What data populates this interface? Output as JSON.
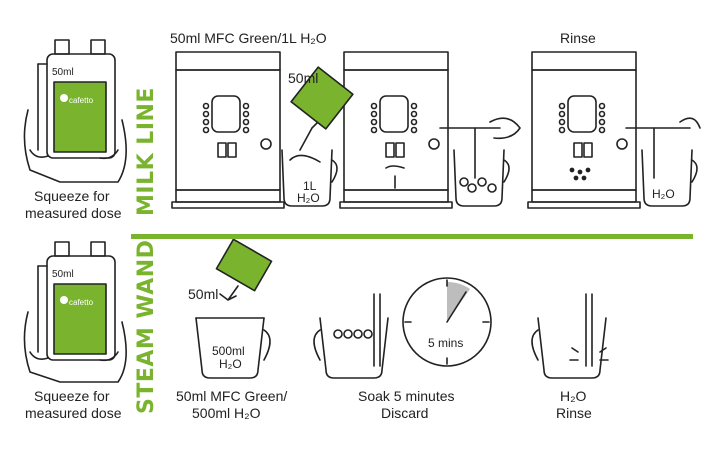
{
  "milk_line": {
    "section_title": "MILK LINE",
    "step1_title": "50ml MFC Green/1L H₂O",
    "step1_dose": "50ml",
    "step1_jug": "1L",
    "step1_jug2": "H₂O",
    "rinse_title": "Rinse",
    "rinse_jug": "H₂O",
    "bottle_marker": "50ml",
    "bottle_brand": "cafetto",
    "squeeze_line1": "Squeeze for",
    "squeeze_line2": "measured dose"
  },
  "steam_wand": {
    "section_title": "STEAM WAND",
    "bottle_marker": "50ml",
    "bottle_brand": "cafetto",
    "squeeze_line1": "Squeeze for",
    "squeeze_line2": "measured dose",
    "dose": "50ml",
    "jug_line1": "500ml",
    "jug_line2": "H₂O",
    "step1_line1": "50ml MFC Green/",
    "step1_line2": "500ml H₂O",
    "timer": "5 mins",
    "step2_line1": "Soak 5 minutes",
    "step2_line2": "Discard",
    "step3_line1": "H₂O",
    "step3_line2": "Rinse"
  },
  "colors": {
    "accent": "#7ab32e",
    "line": "#222222"
  }
}
